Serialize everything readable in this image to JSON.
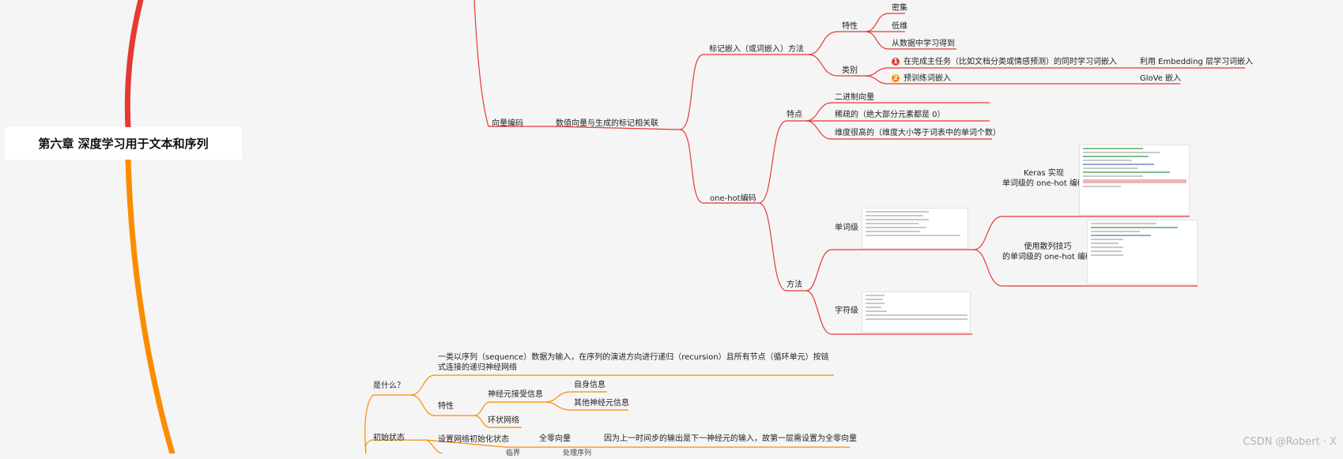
{
  "root": {
    "title": "第六章 深度学习用于文本和序列"
  },
  "colors": {
    "red_branch": "#e53935",
    "orange_branch": "#fb8c00",
    "badge_red": "#e53935",
    "badge_orange": "#fb8c00"
  },
  "vector_encoding": {
    "label": "向量编码",
    "desc": "数值向量与生成的标记相关联",
    "embedding": {
      "label": "标记嵌入（或词嵌入）方法",
      "features_label": "特性",
      "features": [
        "密集",
        "低维",
        "从数据中学习得到"
      ],
      "types_label": "类别",
      "types": [
        {
          "badge": "1",
          "text": "在完成主任务（比如文档分类或情感预测）的同时学习词嵌入",
          "sub": "利用 Embedding 层学习词嵌入"
        },
        {
          "badge": "2",
          "text": "预训练词嵌入",
          "sub": "GloVe 嵌入"
        }
      ]
    },
    "onehot": {
      "label": "one-hot编码",
      "features_label": "特点",
      "features": [
        "二进制向量",
        "稀疏的（绝大部分元素都是 0）",
        "维度很高的（维度大小等于词表中的单词个数）"
      ],
      "methods_label": "方法",
      "word_level": "单词级",
      "char_level": "字符级",
      "keras": "Keras 实现\n单词级的 one-hot 编码",
      "hashing": "使用散列技巧\n的单词级的 one-hot 编码"
    }
  },
  "rnn": {
    "what_label": "是什么？",
    "definition": "一类以序列（sequence）数据为输入，在序列的演进方向进行递归（recursion）且所有节点（循环单元）按链式连接的递归神经网络",
    "trait_label": "特性",
    "neuron_info": "神经元接受信息",
    "self_info": "自身信息",
    "other_info": "其他神经元信息",
    "ring": "环状网络",
    "init_label": "初始状态",
    "init_setting": "设置网络初始化状态",
    "zero_vector": "全零向量",
    "zero_reason": "因为上一时间步的输出是下一神经元的输入，故第一层需设置为全零向量",
    "cut_left": "临界",
    "cut_right": "处理序列"
  },
  "watermark": "CSDN @Robert · X"
}
